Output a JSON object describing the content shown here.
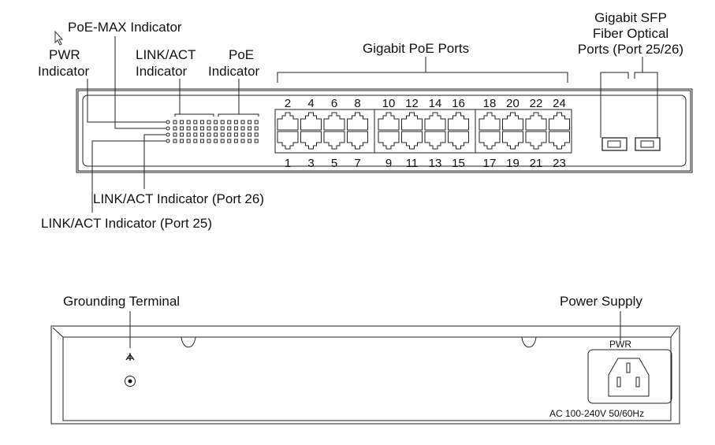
{
  "front_panel": {
    "labels": {
      "poe_max": "PoE-MAX Indicator",
      "pwr_line1": "PWR",
      "pwr_line2": "Indicator",
      "linkact_line1": "LINK/ACT",
      "linkact_line2": "Indicator",
      "poe_line1": "PoE",
      "poe_line2": "Indicator",
      "gigabit_poe_ports": "Gigabit PoE Ports",
      "sfp_line1": "Gigabit SFP",
      "sfp_line2": "Fiber Optical",
      "sfp_line3": "Ports (Port 25/26)",
      "linkact_26": "LINK/ACT Indicator (Port 26)",
      "linkact_25": "LINK/ACT Indicator (Port 25)"
    },
    "top_port_numbers": [
      "2",
      "4",
      "6",
      "8",
      "10",
      "12",
      "14",
      "16",
      "18",
      "20",
      "22",
      "24"
    ],
    "bottom_port_numbers": [
      "1",
      "3",
      "5",
      "7",
      "9",
      "11",
      "13",
      "15",
      "17",
      "19",
      "21",
      "23"
    ]
  },
  "rear_panel": {
    "labels": {
      "grounding": "Grounding Terminal",
      "power_supply": "Power Supply",
      "pwr": "PWR",
      "ac_rating": "AC 100-240V 50/60Hz"
    }
  }
}
